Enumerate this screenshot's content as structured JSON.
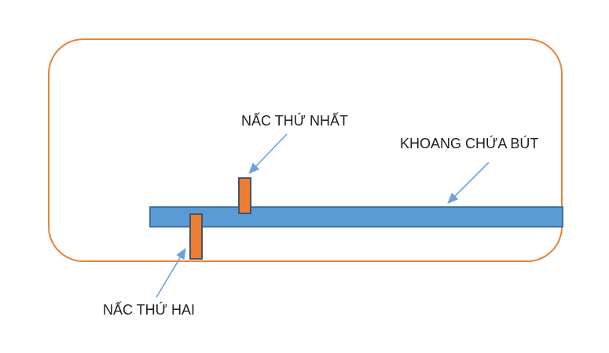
{
  "diagram": {
    "labels": {
      "first_notch": "NẤC THỨ NHẤT",
      "pen_compartment": "KHOANG CHỨA BÚT",
      "second_notch": "NẤC THỨ HAI"
    },
    "colors": {
      "case_outline": "#E8833A",
      "bar_fill": "#5B9BD5",
      "bar_border": "#41719C",
      "notch_fill": "#ED7D31",
      "notch_border": "#44546A",
      "arrow": "#6FA0DB",
      "text": "#1F1F1F",
      "background": "#FFFFFF"
    }
  }
}
